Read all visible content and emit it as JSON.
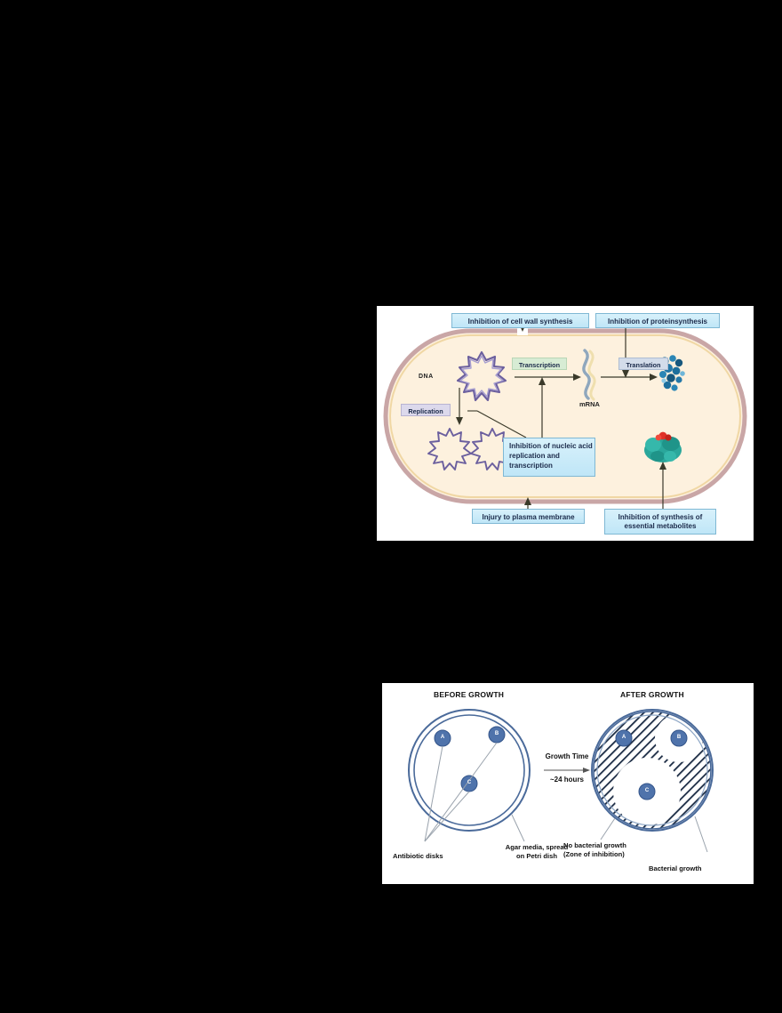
{
  "figure1": {
    "title_alt": "Antibiotic targets in a bacterial cell",
    "labels": {
      "cell_wall": "Inhibition of cell wall synthesis",
      "protein": "Inhibition of proteinsynthesis",
      "transcription": "Transcription",
      "translation": "Translation",
      "replication": "Replication",
      "nucleic_acid": "Inhibition of nucleic acid replication and transcription",
      "plasma_membrane": "Injury to plasma membrane",
      "metabolites": "Inhibition of synthesis of essential metabolites",
      "dna": "DNA",
      "mrna": "mRNA"
    },
    "colors": {
      "box_blue": "#bfe6f7",
      "box_green": "#d7ecd4",
      "box_purple": "#dcd9ec",
      "box_grayblue": "#d3dcea",
      "cell_wall": "#c9a6a6",
      "cytoplasm": "#fdf1de",
      "dna_purple": "#6b5f9e",
      "protein_teal": "#1d6f9c",
      "enzyme_teal": "#2aa79b",
      "substrate_red": "#e03127"
    }
  },
  "figure2": {
    "title_alt": "Disk diffusion antibiotic susceptibility test",
    "headers": {
      "before": "BEFORE GROWTH",
      "after": "AFTER GROWTH"
    },
    "growth": {
      "line1": "Growth Time",
      "line2": "~24 hours"
    },
    "disks": [
      {
        "id": "A",
        "zone": "none"
      },
      {
        "id": "B",
        "zone": "small"
      },
      {
        "id": "C",
        "zone": "large"
      }
    ],
    "captions": {
      "disks": "Antibiotic disks",
      "agar": "Agar media, spread on Petri dish",
      "agar_l1": "Agar media, spread",
      "agar_l2": "on Petri dish",
      "no_growth_l1": "No bacterial growth",
      "no_growth_l2": "(Zone of inhibition)",
      "growth": "Bacterial growth"
    },
    "colors": {
      "dish_ring": "#4a6a9a",
      "disk_fill": "#4f73ab",
      "hatch": "#1b2b44"
    }
  }
}
